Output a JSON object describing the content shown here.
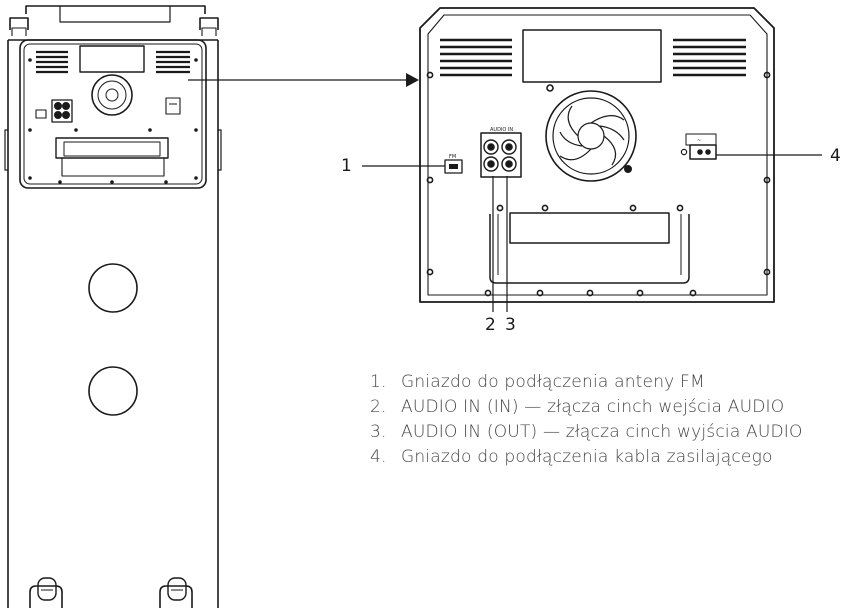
{
  "callouts": {
    "c1": "1",
    "c2": "2",
    "c3": "3",
    "c4": "4"
  },
  "panel_labels": {
    "audio_in": "AUDIO IN",
    "antenna": "FM",
    "power": "~"
  },
  "legend": [
    {
      "num": "1.",
      "text": "Gniazdo do podłączenia anteny FM"
    },
    {
      "num": "2.",
      "text": "AUDIO IN (IN) — złącza cinch wejścia AUDIO"
    },
    {
      "num": "3.",
      "text": "AUDIO IN (OUT) — złącza cinch wyjścia AUDIO"
    },
    {
      "num": "4.",
      "text": "Gniazdo do podłączenia kabla zasilającego"
    }
  ]
}
